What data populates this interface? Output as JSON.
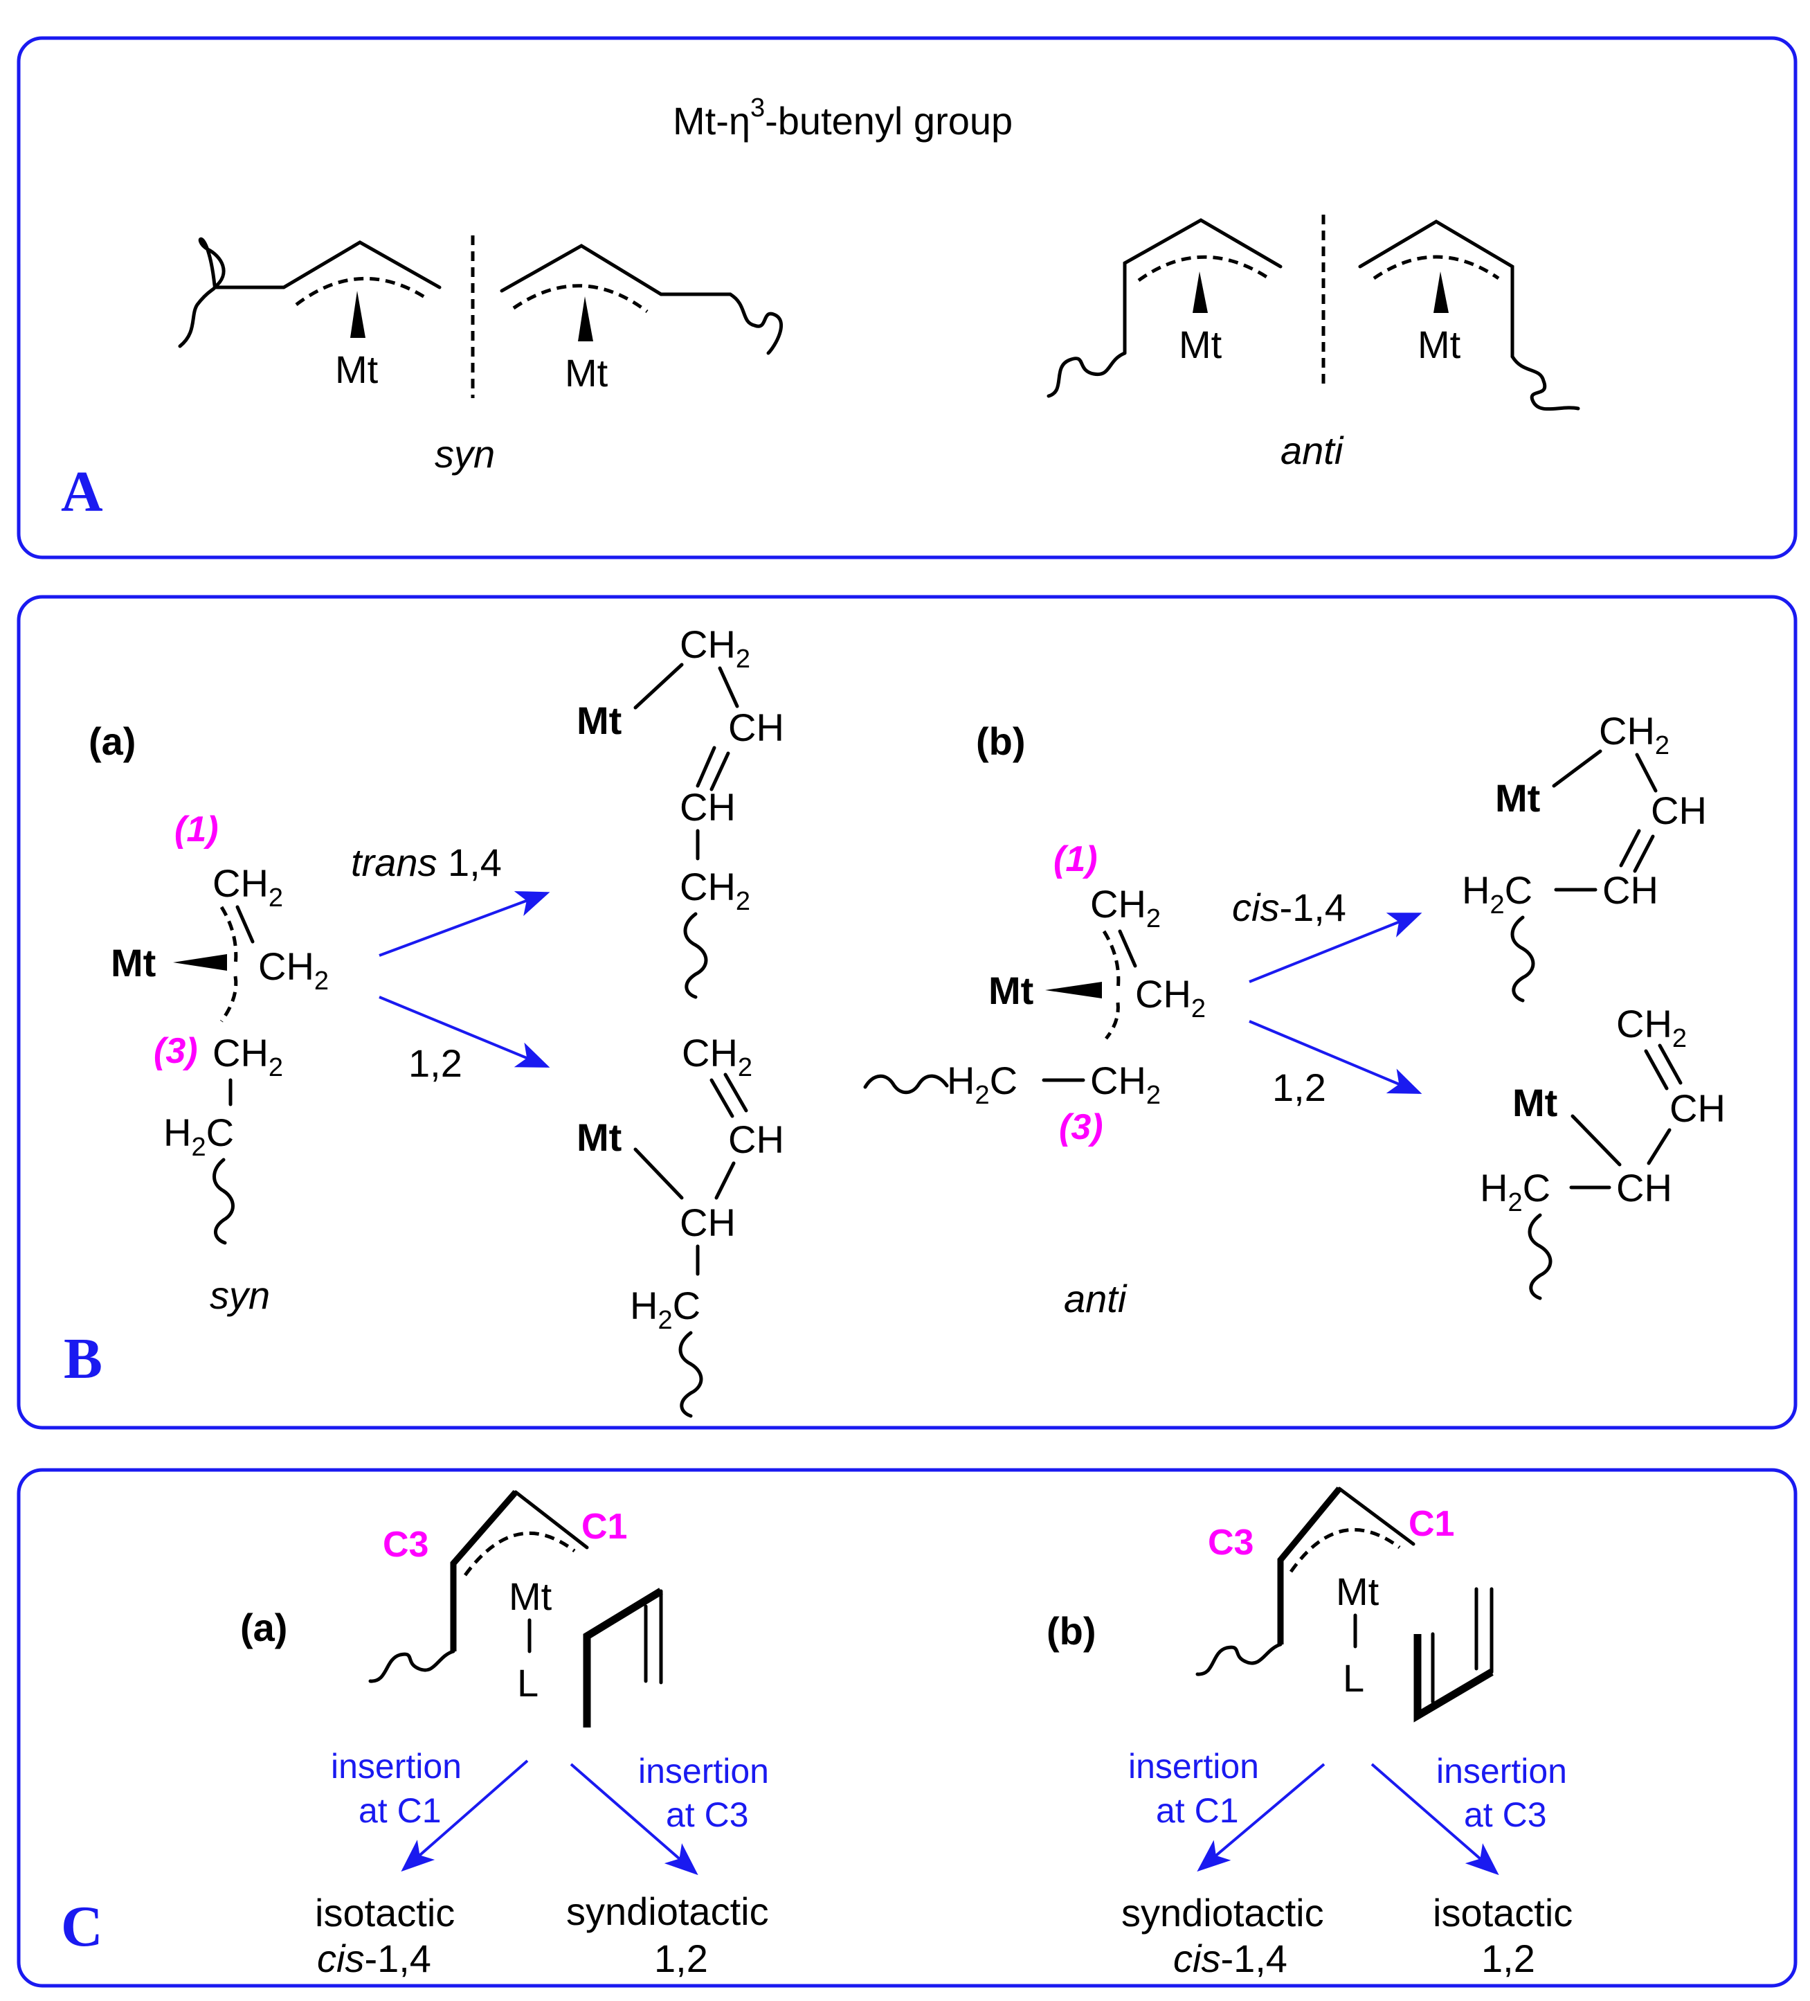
{
  "colors": {
    "frame": "#1a1af0",
    "arrow": "#1a1af0",
    "highlight": "#ff00ff",
    "panel_letter": "#1a1af0"
  },
  "panelA": {
    "letter": "A",
    "title_main": "Mt-η",
    "title_sup": "3",
    "title_rest": "-butenyl group",
    "metal": "Mt",
    "syn_label": "syn",
    "anti_label": "anti"
  },
  "panelB": {
    "letter": "B",
    "part_a": "(a)",
    "part_b": "(b)",
    "metal": "Mt",
    "pos1": "(1)",
    "pos3": "(3)",
    "group_ch": "CH",
    "group_ch2": "CH",
    "group_h2c_h": "H",
    "group_h2c_c": "C",
    "sub2": "2",
    "syn_label": "syn",
    "anti_label": "anti",
    "arrow_trans_italic": "trans",
    "arrow_trans_rest": " 1,4",
    "arrow_cis_italic": "cis",
    "arrow_cis_rest": "-1,4",
    "arrow_12": "1,2"
  },
  "panelC": {
    "letter": "C",
    "part_a": "(a)",
    "part_b": "(b)",
    "c1": "C1",
    "c3": "C3",
    "metal": "Mt",
    "ligand": "L",
    "insert_c1_line1": "insertion",
    "insert_c1_line2": "at C1",
    "insert_c3_line1": "insertion",
    "insert_c3_line2": "at C3",
    "a_left_line1": "isotactic",
    "a_left_line2_italic": "cis",
    "a_left_line2_rest": "-1,4",
    "a_right_line1": "syndiotactic",
    "a_right_line2": "1,2",
    "b_left_line1": "syndiotactic",
    "b_left_line2_italic": "cis",
    "b_left_line2_rest": "-1,4",
    "b_right_line1": "isotactic",
    "b_right_line2": "1,2"
  }
}
